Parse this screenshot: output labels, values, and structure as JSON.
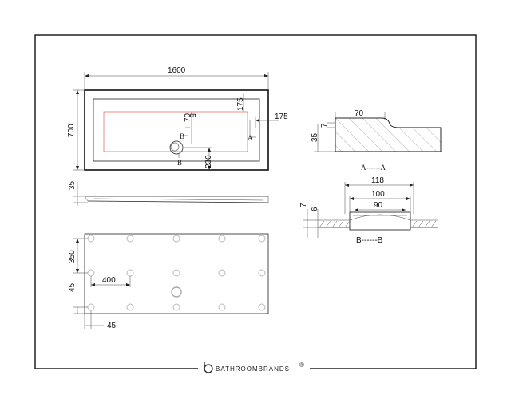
{
  "dimensions": {
    "overall_length": "1600",
    "overall_width": "700",
    "waste_offset_y": "70",
    "waste_offset_x": "230",
    "waste_small": "5",
    "edge_175_vertical": "175",
    "edge_175_horizontal": "175",
    "tray_height": "35",
    "leg_spacing_y": "350",
    "leg_spacing_x": "400",
    "leg_edge_y": "45",
    "leg_edge_x": "45",
    "section_aa_width": "70",
    "section_aa_height": "35",
    "section_aa_lip": "7",
    "section_bb_118": "118",
    "section_bb_100": "100",
    "section_bb_90": "90",
    "section_bb_7": "7",
    "section_bb_6": "6"
  },
  "labels": {
    "section_a_marker": "A",
    "section_b_marker_top": "B",
    "section_b_marker_bottom": "B",
    "section_aa_caption": "A------A",
    "section_bb_caption": "B------B"
  },
  "brand": {
    "name": "BATHROOMBRANDS",
    "trademark": "®"
  }
}
